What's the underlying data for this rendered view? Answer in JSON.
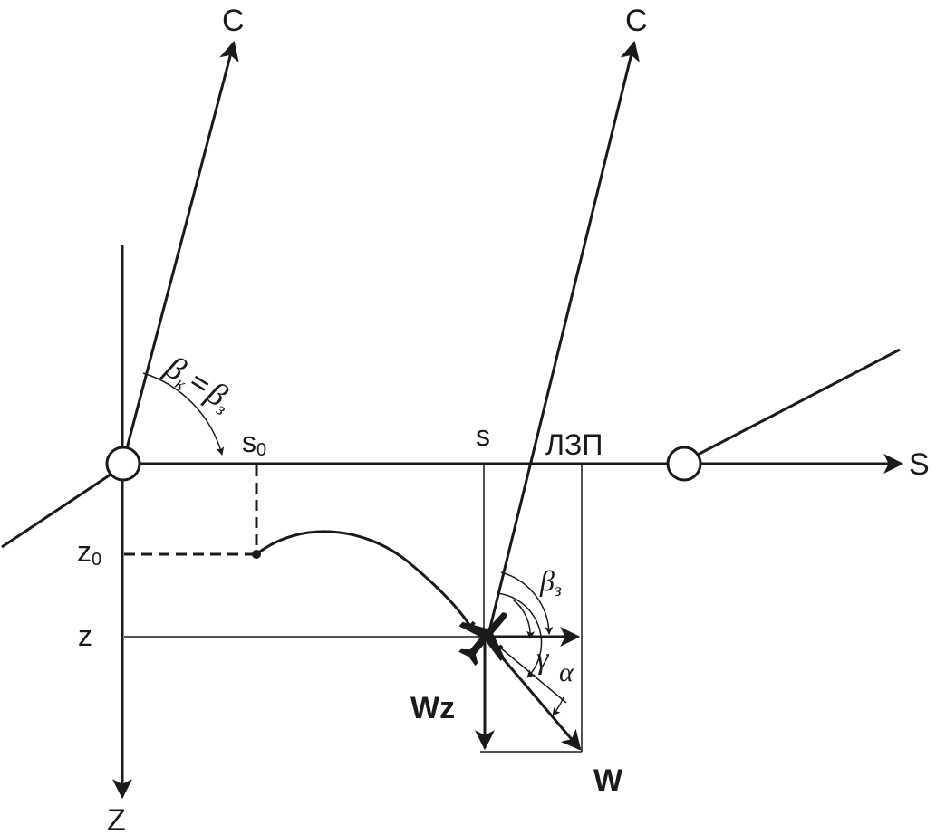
{
  "labels": {
    "c_left": "C",
    "c_right": "C",
    "s_axis": "S",
    "z_axis": "Z",
    "lzp": "ЛЗП",
    "s0_main": "s",
    "s0_sub": "0",
    "s_mark": "s",
    "z0_main": "z",
    "z0_sub": "0",
    "z_mark": "z",
    "wz": "Wz",
    "w": "W",
    "beta_k": "β",
    "beta_k_sub": "к",
    "equals": "=",
    "beta_z": "β",
    "beta_z_sub": "з",
    "beta_z_right": "β",
    "beta_z_right_sub": "з",
    "gamma": "γ",
    "alpha": "α"
  },
  "colors": {
    "ink": "#1a1a1a",
    "background": "#ffffff"
  }
}
